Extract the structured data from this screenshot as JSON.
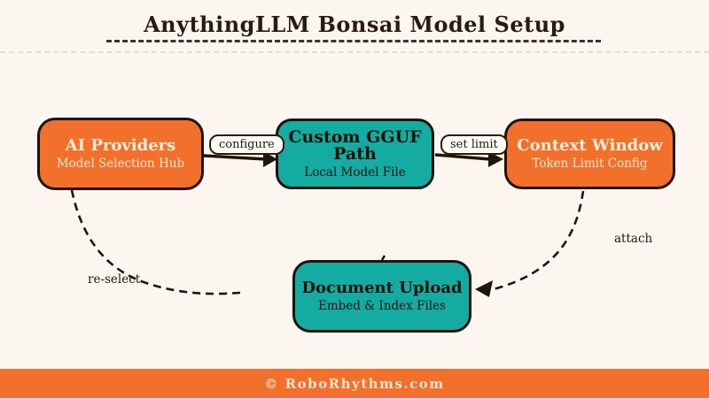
{
  "header": {
    "title": "AnythingLLM Bonsai Model Setup"
  },
  "nodes": [
    {
      "id": "ai-providers",
      "title": "AI Providers",
      "subtitle": "Model Selection Hub",
      "color": "orange"
    },
    {
      "id": "custom-gguf-path",
      "title": "Custom GGUF Path",
      "subtitle": "Local Model File",
      "color": "teal"
    },
    {
      "id": "context-window",
      "title": "Context Window",
      "subtitle": "Token Limit Config",
      "color": "orange"
    },
    {
      "id": "document-upload",
      "title": "Document Upload",
      "subtitle": "Embed & Index Files",
      "color": "teal"
    }
  ],
  "edges": [
    {
      "from": "ai-providers",
      "to": "custom-gguf-path",
      "label": "configure",
      "style": "solid"
    },
    {
      "from": "custom-gguf-path",
      "to": "context-window",
      "label": "set limit",
      "style": "solid"
    },
    {
      "from": "context-window",
      "to": "document-upload",
      "label": "attach",
      "style": "dashed"
    },
    {
      "from": "document-upload",
      "to": "ai-providers",
      "label": "re-select",
      "style": "dashed"
    }
  ],
  "footer": {
    "text": "© RoboRhythms.com"
  },
  "colors": {
    "orange": "#f2702c",
    "teal": "#14aba3",
    "ink": "#211408",
    "cream": "#fdf1dd",
    "bg": "#fbf7f0",
    "pill-bg": "#fefcf6",
    "red-arrow": "#dc5a20"
  }
}
